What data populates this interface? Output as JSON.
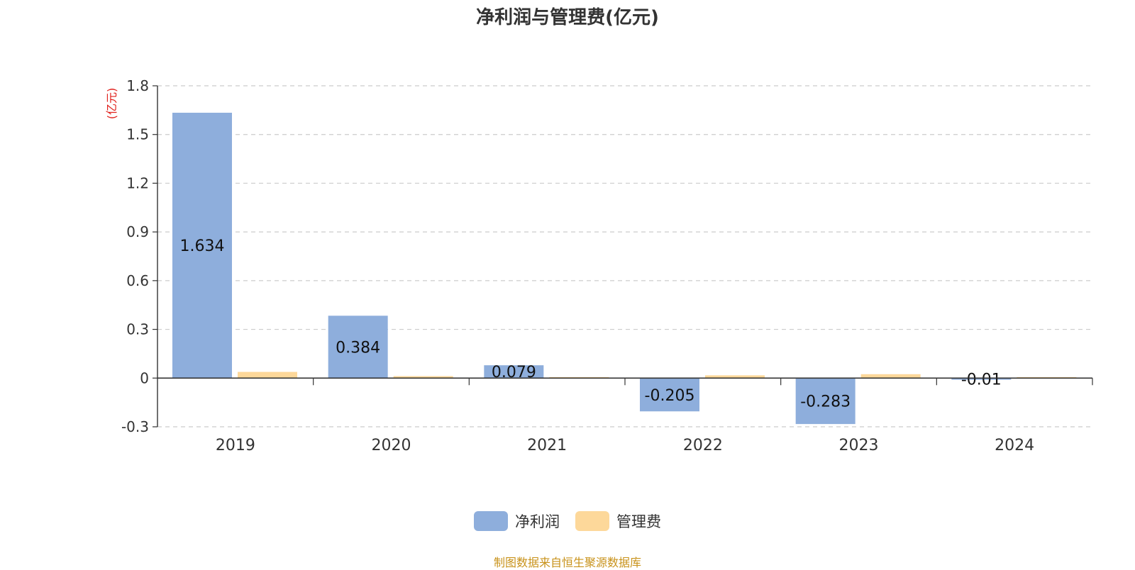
{
  "chart_data": {
    "type": "bar",
    "title": "净利润与管理费(亿元)",
    "unit_label": "(亿元)",
    "categories": [
      "2019",
      "2020",
      "2021",
      "2022",
      "2023",
      "2024"
    ],
    "series": [
      {
        "name": "净利润",
        "values": [
          1.634,
          0.384,
          0.079,
          -0.205,
          -0.283,
          -0.01
        ],
        "labels": [
          "1.634",
          "0.384",
          "0.079",
          "-0.205",
          "-0.283",
          "-0.01"
        ]
      },
      {
        "name": "管理费",
        "values": [
          0.038,
          0.012,
          0.006,
          0.017,
          0.024,
          0.006
        ]
      }
    ],
    "ylim": [
      -0.3,
      1.8
    ],
    "yticks": [
      "-0.3",
      "0",
      "0.3",
      "0.6",
      "0.9",
      "1.2",
      "1.5",
      "1.8"
    ],
    "grid": true,
    "legend_position": "bottom-center"
  },
  "colors": {
    "series_1": "#8eaedc",
    "series_2": "#fdd89a",
    "unit_label": "#e0201b",
    "source": "#c8921a"
  },
  "source_text": "制图数据来自恒生聚源数据库"
}
